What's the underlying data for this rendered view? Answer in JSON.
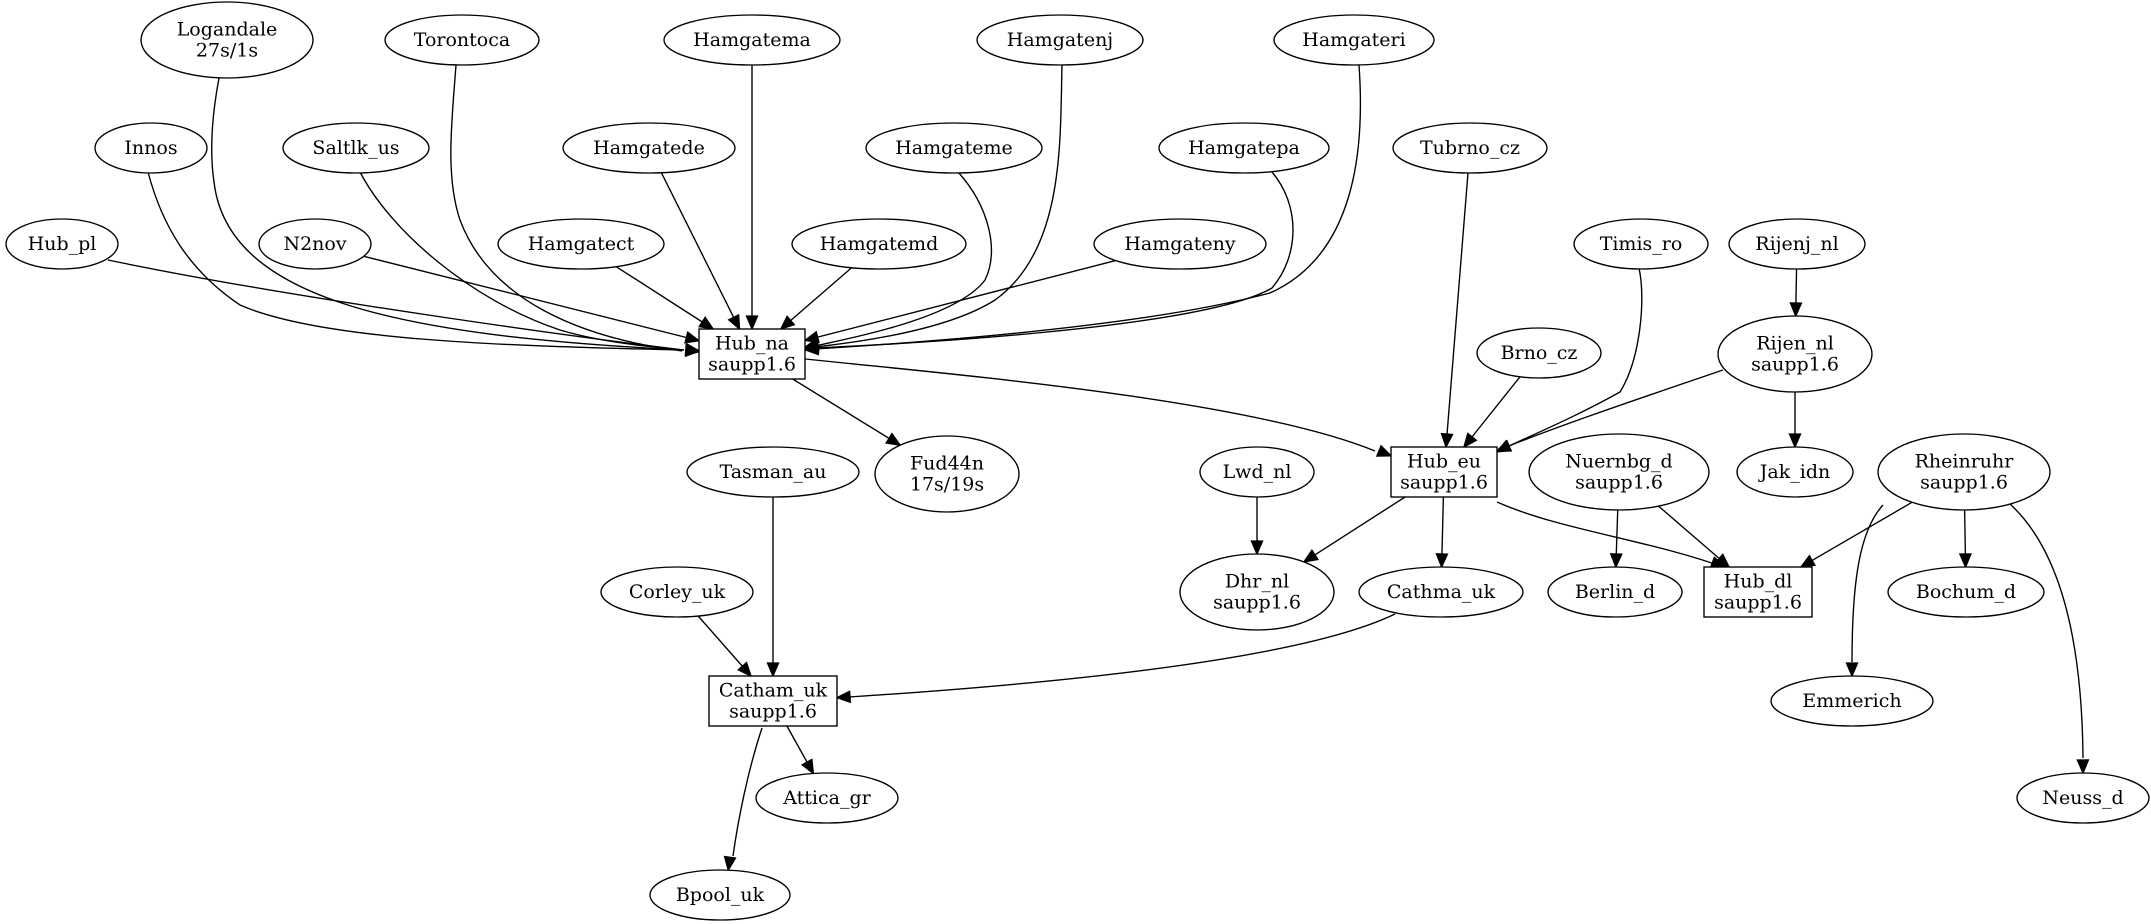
{
  "diagram": {
    "type": "directed-graph",
    "nodes": [
      {
        "id": "logandale",
        "lines": [
          "Logandale",
          "27s/1s"
        ],
        "shape": "ellipse"
      },
      {
        "id": "torontoca",
        "lines": [
          "Torontoca"
        ],
        "shape": "ellipse"
      },
      {
        "id": "hamgatema",
        "lines": [
          "Hamgatema"
        ],
        "shape": "ellipse"
      },
      {
        "id": "hamgatenj",
        "lines": [
          "Hamgatenj"
        ],
        "shape": "ellipse"
      },
      {
        "id": "hamgateri",
        "lines": [
          "Hamgateri"
        ],
        "shape": "ellipse"
      },
      {
        "id": "innos",
        "lines": [
          "Innos"
        ],
        "shape": "ellipse"
      },
      {
        "id": "saltlk_us",
        "lines": [
          "Saltlk_us"
        ],
        "shape": "ellipse"
      },
      {
        "id": "hamgatede",
        "lines": [
          "Hamgatede"
        ],
        "shape": "ellipse"
      },
      {
        "id": "hamgateme",
        "lines": [
          "Hamgateme"
        ],
        "shape": "ellipse"
      },
      {
        "id": "hamgatepa",
        "lines": [
          "Hamgatepa"
        ],
        "shape": "ellipse"
      },
      {
        "id": "tubrno_cz",
        "lines": [
          "Tubrno_cz"
        ],
        "shape": "ellipse"
      },
      {
        "id": "hub_pl",
        "lines": [
          "Hub_pl"
        ],
        "shape": "ellipse"
      },
      {
        "id": "n2nov",
        "lines": [
          "N2nov"
        ],
        "shape": "ellipse"
      },
      {
        "id": "hamgatect",
        "lines": [
          "Hamgatect"
        ],
        "shape": "ellipse"
      },
      {
        "id": "hamgatemd",
        "lines": [
          "Hamgatemd"
        ],
        "shape": "ellipse"
      },
      {
        "id": "hamgateny",
        "lines": [
          "Hamgateny"
        ],
        "shape": "ellipse"
      },
      {
        "id": "timis_ro",
        "lines": [
          "Timis_ro"
        ],
        "shape": "ellipse"
      },
      {
        "id": "rijenj_nl",
        "lines": [
          "Rijenj_nl"
        ],
        "shape": "ellipse"
      },
      {
        "id": "hub_na",
        "lines": [
          "Hub_na",
          "saupp1.6"
        ],
        "shape": "box"
      },
      {
        "id": "brno_cz",
        "lines": [
          "Brno_cz"
        ],
        "shape": "ellipse"
      },
      {
        "id": "rijen_nl",
        "lines": [
          "Rijen_nl",
          "saupp1.6"
        ],
        "shape": "ellipse"
      },
      {
        "id": "fud44n",
        "lines": [
          "Fud44n",
          "17s/19s"
        ],
        "shape": "ellipse"
      },
      {
        "id": "tasman_au",
        "lines": [
          "Tasman_au"
        ],
        "shape": "ellipse"
      },
      {
        "id": "lwd_nl",
        "lines": [
          "Lwd_nl"
        ],
        "shape": "ellipse"
      },
      {
        "id": "hub_eu",
        "lines": [
          "Hub_eu",
          "saupp1.6"
        ],
        "shape": "box"
      },
      {
        "id": "nuernbg_d",
        "lines": [
          "Nuernbg_d",
          "saupp1.6"
        ],
        "shape": "ellipse"
      },
      {
        "id": "jak_idn",
        "lines": [
          "Jak_idn"
        ],
        "shape": "ellipse"
      },
      {
        "id": "rheinruhr",
        "lines": [
          "Rheinruhr",
          "saupp1.6"
        ],
        "shape": "ellipse"
      },
      {
        "id": "dhr_nl",
        "lines": [
          "Dhr_nl",
          "saupp1.6"
        ],
        "shape": "ellipse"
      },
      {
        "id": "cathma_uk",
        "lines": [
          "Cathma_uk"
        ],
        "shape": "ellipse"
      },
      {
        "id": "berlin_d",
        "lines": [
          "Berlin_d"
        ],
        "shape": "ellipse"
      },
      {
        "id": "hub_dl",
        "lines": [
          "Hub_dl",
          "saupp1.6"
        ],
        "shape": "box"
      },
      {
        "id": "bochum_d",
        "lines": [
          "Bochum_d"
        ],
        "shape": "ellipse"
      },
      {
        "id": "corley_uk",
        "lines": [
          "Corley_uk"
        ],
        "shape": "ellipse"
      },
      {
        "id": "catham_uk",
        "lines": [
          "Catham_uk",
          "saupp1.6"
        ],
        "shape": "box"
      },
      {
        "id": "emmerich",
        "lines": [
          "Emmerich"
        ],
        "shape": "ellipse"
      },
      {
        "id": "attica_gr",
        "lines": [
          "Attica_gr"
        ],
        "shape": "ellipse"
      },
      {
        "id": "neuss_d",
        "lines": [
          "Neuss_d"
        ],
        "shape": "ellipse"
      },
      {
        "id": "bpool_uk",
        "lines": [
          "Bpool_uk"
        ],
        "shape": "ellipse"
      }
    ],
    "edges": [
      {
        "from": "logandale",
        "to": "hub_na"
      },
      {
        "from": "torontoca",
        "to": "hub_na"
      },
      {
        "from": "hamgatema",
        "to": "hub_na"
      },
      {
        "from": "hamgatenj",
        "to": "hub_na"
      },
      {
        "from": "hamgateri",
        "to": "hub_na"
      },
      {
        "from": "innos",
        "to": "hub_na"
      },
      {
        "from": "saltlk_us",
        "to": "hub_na"
      },
      {
        "from": "hamgatede",
        "to": "hub_na"
      },
      {
        "from": "hamgateme",
        "to": "hub_na"
      },
      {
        "from": "hamgatepa",
        "to": "hub_na"
      },
      {
        "from": "hub_pl",
        "to": "hub_na"
      },
      {
        "from": "n2nov",
        "to": "hub_na"
      },
      {
        "from": "hamgatect",
        "to": "hub_na"
      },
      {
        "from": "hamgatemd",
        "to": "hub_na"
      },
      {
        "from": "hamgateny",
        "to": "hub_na"
      },
      {
        "from": "hub_na",
        "to": "fud44n"
      },
      {
        "from": "hub_na",
        "to": "hub_eu"
      },
      {
        "from": "tubrno_cz",
        "to": "hub_eu"
      },
      {
        "from": "timis_ro",
        "to": "hub_eu"
      },
      {
        "from": "brno_cz",
        "to": "hub_eu"
      },
      {
        "from": "rijen_nl",
        "to": "hub_eu"
      },
      {
        "from": "rijenj_nl",
        "to": "rijen_nl"
      },
      {
        "from": "rijen_nl",
        "to": "jak_idn"
      },
      {
        "from": "lwd_nl",
        "to": "dhr_nl"
      },
      {
        "from": "hub_eu",
        "to": "dhr_nl"
      },
      {
        "from": "hub_eu",
        "to": "cathma_uk"
      },
      {
        "from": "hub_eu",
        "to": "hub_dl"
      },
      {
        "from": "nuernbg_d",
        "to": "berlin_d"
      },
      {
        "from": "nuernbg_d",
        "to": "hub_dl"
      },
      {
        "from": "rheinruhr",
        "to": "hub_dl"
      },
      {
        "from": "rheinruhr",
        "to": "bochum_d"
      },
      {
        "from": "rheinruhr",
        "to": "emmerich"
      },
      {
        "from": "rheinruhr",
        "to": "neuss_d"
      },
      {
        "from": "tasman_au",
        "to": "catham_uk"
      },
      {
        "from": "corley_uk",
        "to": "catham_uk"
      },
      {
        "from": "cathma_uk",
        "to": "catham_uk"
      },
      {
        "from": "catham_uk",
        "to": "attica_gr"
      },
      {
        "from": "catham_uk",
        "to": "bpool_uk"
      }
    ]
  }
}
